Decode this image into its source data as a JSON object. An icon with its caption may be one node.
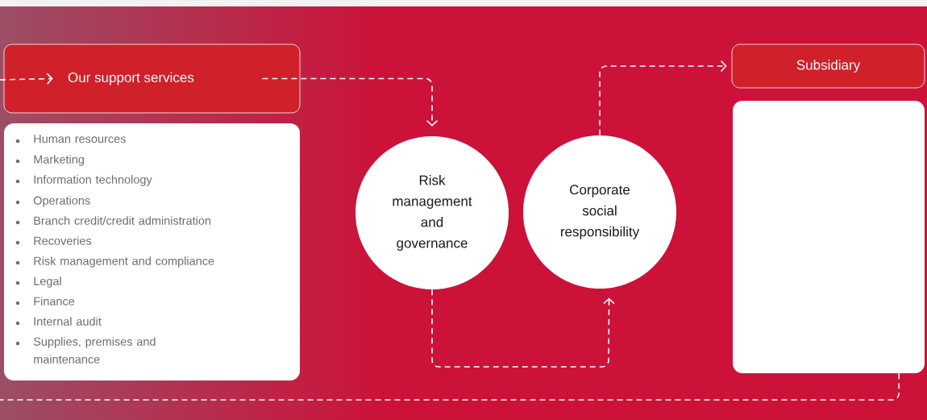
{
  "diagram": {
    "nodes": [
      {
        "text": [
          "Our support services"
        ]
      },
      {
        "text": [
          "Human resources",
          "Marketing",
          "Information technology",
          "Operations",
          "Branch credit/credit administration",
          "Recoveries",
          "Risk management and compliance",
          "Legal",
          "Finance",
          "Internal audit",
          "Supplies, premises and maintenance"
        ]
      },
      {
        "text": [
          "Risk management and governance"
        ]
      },
      {
        "text": [
          "Corporate social responsibility"
        ]
      },
      {
        "text": [
          "Subsidiary"
        ]
      },
      {
        "text": [],
        "shape": "box"
      }
    ],
    "edges": [
      {
        "from": null,
        "to": 0,
        "arrow": "to",
        "style": "dashed"
      },
      {
        "from": 0,
        "to": 2,
        "arrow": "to",
        "style": "dashed"
      },
      {
        "from": 2,
        "to": 3,
        "arrow": "to",
        "style": "dashed"
      },
      {
        "from": 3,
        "to": 4,
        "arrow": "to",
        "style": "dashed"
      },
      {
        "from": 5,
        "to": null,
        "arrow": "none",
        "style": "dashed"
      }
    ]
  }
}
